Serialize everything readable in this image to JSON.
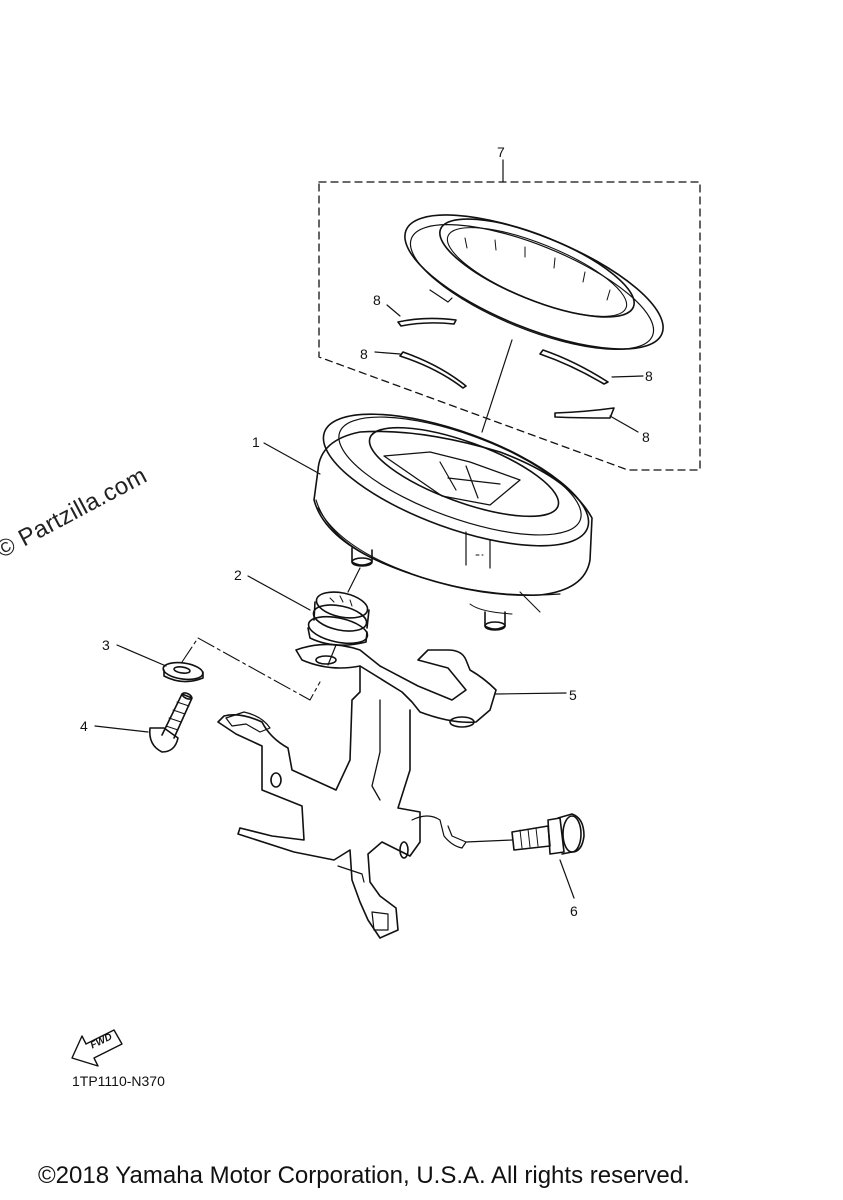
{
  "watermark": "© Partzilla.com",
  "callouts": {
    "c1": "1",
    "c2": "2",
    "c3": "3",
    "c4": "4",
    "c5": "5",
    "c6": "6",
    "c7": "7",
    "c8a": "8",
    "c8b": "8",
    "c8c": "8",
    "c8d": "8"
  },
  "fwd_label": "FWD",
  "figure_code": "1TP1110-N370",
  "footer": "©2018 Yamaha Motor Corporation, U.S.A. All rights reserved."
}
